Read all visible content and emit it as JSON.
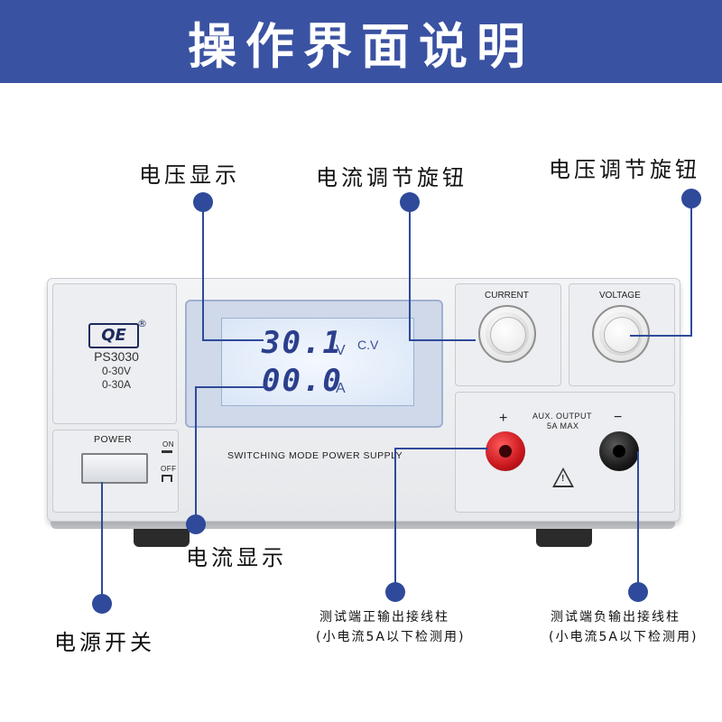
{
  "header": {
    "title": "操作界面说明"
  },
  "callouts": {
    "voltage_display": "电压显示",
    "current_knob": "电流调节旋钮",
    "voltage_knob": "电压调节旋钮",
    "current_display": "电流显示",
    "power_switch": "电源开关",
    "positive_terminal_line1": "测试端正输出接线柱",
    "positive_terminal_line2": "(小电流5A以下检测用)",
    "negative_terminal_line1": "测试端负输出接线柱",
    "negative_terminal_line2": "(小电流5A以下检测用)"
  },
  "device": {
    "brand_logo_text": "QE",
    "registered_mark": "®",
    "model": "PS3030",
    "voltage_range": "0-30V",
    "current_range": "0-30A",
    "lcd": {
      "voltage_value": "30.1",
      "voltage_unit": "V",
      "mode": "C.V",
      "current_value": "00.0",
      "current_unit": "A"
    },
    "current_knob_label": "CURRENT",
    "voltage_knob_label": "VOLTAGE",
    "power_label": "POWER",
    "on_label": "ON",
    "off_label": "OFF",
    "panel_text": "SWITCHING MODE POWER SUPPLY",
    "aux_output_line1": "AUX. OUTPUT",
    "aux_output_line2": "5A MAX",
    "plus_sign": "+",
    "minus_sign": "−",
    "warning_mark": "!"
  },
  "colors": {
    "banner": "#3a52a2",
    "callout_line": "#2f4a9a",
    "lcd_digits": "#2c3f8c",
    "positive_terminal": "#c8161d",
    "negative_terminal": "#1a1a1a"
  }
}
